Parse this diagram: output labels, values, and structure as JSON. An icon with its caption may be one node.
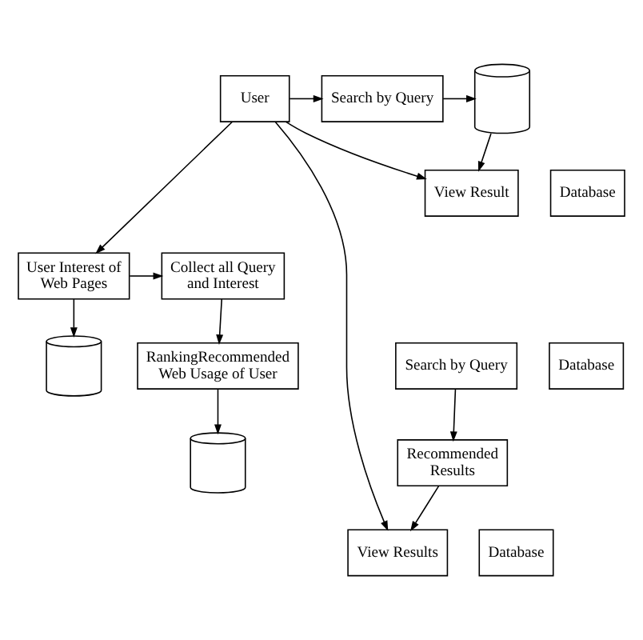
{
  "diagram": {
    "nodes": [
      {
        "text": [
          "User"
        ]
      },
      {
        "text": [
          "Search by Query"
        ]
      },
      {
        "text": [],
        "shape": "cylinder"
      },
      {
        "text": [
          "View Result"
        ]
      },
      {
        "text": [
          "Database"
        ]
      },
      {
        "text": [
          "User Interest of Web Pages"
        ]
      },
      {
        "text": [
          "Collect all Query and Interest"
        ]
      },
      {
        "text": [
          "Search by Query"
        ]
      },
      {
        "text": [],
        "shape": "cylinder"
      },
      {
        "text": [
          "Database"
        ]
      },
      {
        "text": [
          "RankingRecommended Web Usage of User"
        ]
      },
      {
        "text": [
          "Recommended Results"
        ]
      },
      {
        "text": [],
        "shape": "cylinder"
      },
      {
        "text": [
          "View Results"
        ]
      },
      {
        "text": [
          "Database"
        ]
      }
    ],
    "edges": [
      {
        "from": 0,
        "to": 1,
        "arrow": "to"
      },
      {
        "from": 1,
        "to": 2,
        "arrow": "to"
      },
      {
        "from": 2,
        "to": 3,
        "arrow": "to"
      },
      {
        "from": 0,
        "to": 3,
        "arrow": "to"
      },
      {
        "from": 0,
        "to": 5,
        "arrow": "to"
      },
      {
        "from": 5,
        "to": 6,
        "arrow": "to"
      },
      {
        "from": 5,
        "to": 8,
        "arrow": "to"
      },
      {
        "from": 6,
        "to": 10,
        "arrow": "to"
      },
      {
        "from": 10,
        "to": 12,
        "arrow": "to"
      },
      {
        "from": 7,
        "to": 11,
        "arrow": "to"
      },
      {
        "from": 11,
        "to": 13,
        "arrow": "to"
      },
      {
        "from": 0,
        "to": 13,
        "arrow": "to"
      }
    ]
  }
}
